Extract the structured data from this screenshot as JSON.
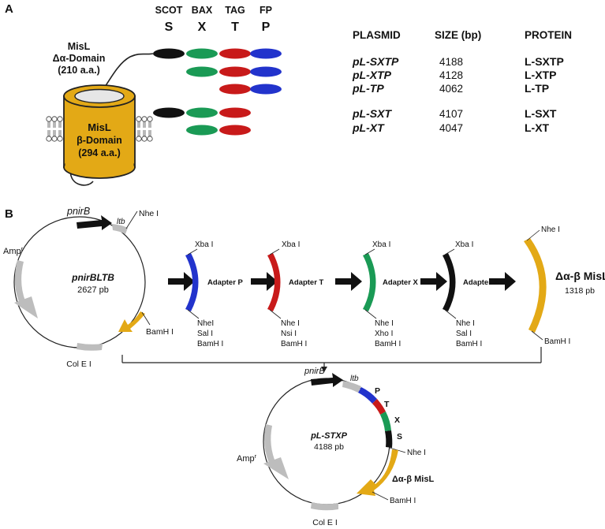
{
  "panel_a": {
    "letter": "A",
    "domains": [
      {
        "name": "SCOT",
        "letter": "S",
        "color": "#111111"
      },
      {
        "name": "BAX",
        "letter": "X",
        "color": "#1a9a55"
      },
      {
        "name": "TAG",
        "letter": "T",
        "color": "#c81a1a"
      },
      {
        "name": "FP",
        "letter": "P",
        "color": "#2233cc"
      }
    ],
    "alpha_domain": {
      "line1": "MisL",
      "line2": "Δα-Domain",
      "line3": "(210 a.a.)"
    },
    "beta_domain": {
      "line1": "MisL",
      "line2": "β-Domain",
      "line3": "(294 a.a.)"
    },
    "barrel_color": "#e3a916",
    "table": {
      "headers": [
        "PLASMID",
        "SIZE (bp)",
        "PROTEIN"
      ],
      "rows": [
        {
          "plasmid": "pL-SXTP",
          "size": "4188",
          "protein": "L-SXTP"
        },
        {
          "plasmid": "pL-XTP",
          "size": "4128",
          "protein": "L-XTP"
        },
        {
          "plasmid": "pL-TP",
          "size": "4062",
          "protein": "L-TP"
        },
        {
          "plasmid": "pL-SXT",
          "size": "4107",
          "protein": "L-SXT"
        },
        {
          "plasmid": "pL-XT",
          "size": "4047",
          "protein": "L-XT"
        }
      ]
    }
  },
  "panel_b": {
    "letter": "B",
    "vector": {
      "name": "pnirBLTB",
      "size": "2627 pb",
      "promoter": "pnirB",
      "ltb": "ltb",
      "nhe": "Nhe I",
      "amp": "Amp",
      "amp_sup": "r",
      "bamh": "BamH I",
      "cole": "Col E I"
    },
    "adapters": [
      {
        "label": "Adapter P",
        "top": "Xba I",
        "bottom": [
          "NheI",
          "Sal I",
          "BamH I"
        ],
        "color": "#2233cc"
      },
      {
        "label": "Adapter T",
        "top": "Xba I",
        "bottom": [
          "Nhe I",
          "Nsi I",
          "BamH I"
        ],
        "color": "#c81a1a"
      },
      {
        "label": "Adapter X",
        "top": "Xba I",
        "bottom": [
          "Nhe I",
          "Xho I",
          "BamH I"
        ],
        "color": "#1a9a55"
      },
      {
        "label": "Adapter S",
        "top": "Xba I",
        "bottom": [
          "Nhe I",
          "Sal I",
          "BamH I"
        ],
        "color": "#111111"
      }
    ],
    "misl_insert": {
      "label": "Δα-β  MisL",
      "size": "1318 pb",
      "top": "Nhe I",
      "bottom": "BamH I",
      "color": "#e3a916"
    },
    "final": {
      "name": "pL-STXP",
      "size": "4188 pb",
      "promoter": "pnirB",
      "ltb": "ltb",
      "p": "P",
      "t": "T",
      "x": "X",
      "s": "S",
      "nhe": "Nhe I",
      "misl": "Δα-β  MisL",
      "amp": "Amp",
      "amp_sup": "r",
      "bamh": "BamH I",
      "cole": "Col E I"
    }
  }
}
